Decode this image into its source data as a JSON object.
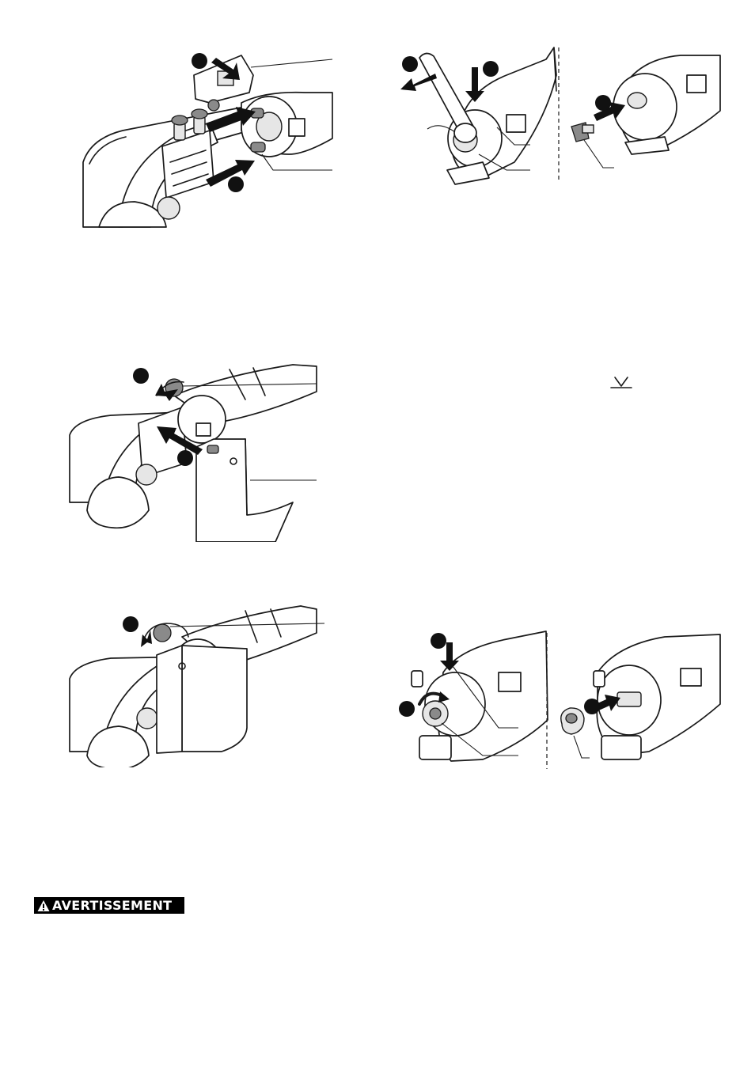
{
  "warning_banner": {
    "label": "AVERTISSEMENT",
    "icon": "warning-triangle-icon"
  },
  "colors": {
    "ink": "#1a1a1a",
    "banner_background": "#000000",
    "banner_text": "#ffffff"
  },
  "figures": [
    {
      "id": "fig-top-left",
      "icon": "tool-guide-attachment-illustration"
    },
    {
      "id": "fig-top-right",
      "icon": "wrench-spindle-removal-illustration"
    },
    {
      "id": "fig-middle-left",
      "icon": "dust-nozzle-attachment-illustration"
    },
    {
      "id": "fig-bottom-left",
      "icon": "knob-tighten-illustration"
    },
    {
      "id": "fig-bottom-right",
      "icon": "nut-removal-illustration"
    }
  ],
  "separator_symbol": "v-notch-symbol-icon"
}
